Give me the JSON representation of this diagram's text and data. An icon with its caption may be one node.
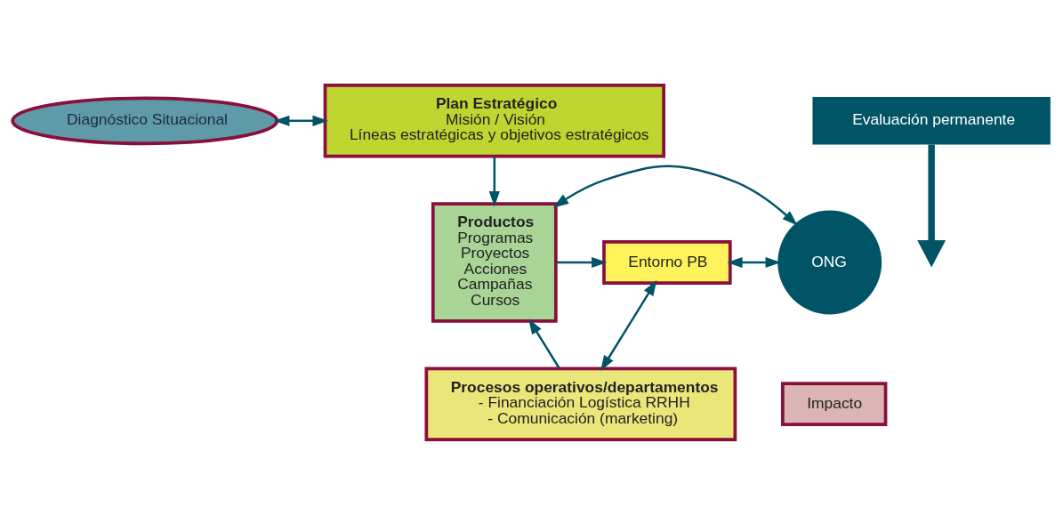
{
  "diagram": {
    "nodes": [
      {
        "text": [
          "Diagnóstico Situacional"
        ]
      },
      {
        "text": [
          "Plan Estratégico",
          "Misión / Visión",
          "Líneas estratégicas y objetivos estratégicos"
        ]
      },
      {
        "text": [
          "Entorno PB"
        ]
      },
      {
        "text": [
          "ONG"
        ]
      },
      {
        "text": [
          "Productos",
          "Programas",
          "Proyectos",
          "Acciones",
          "Campañas",
          "Cursos"
        ]
      },
      {
        "text": [
          "Procesos operativos/departamentos",
          "- Financiación Logística RRHH",
          "- Comunicación (marketing)"
        ]
      },
      {
        "text": [
          "Impacto"
        ]
      },
      {
        "text": [
          "Evaluación permanente"
        ]
      }
    ],
    "edges": [
      {
        "from": 0,
        "to": 1,
        "arrow": "both"
      },
      {
        "from": 1,
        "to": 4,
        "arrow": "to"
      },
      {
        "from": 2,
        "to": 3,
        "arrow": "both"
      },
      {
        "from": 3,
        "to": 4,
        "arrow": "both"
      },
      {
        "from": 2,
        "to": 5,
        "arrow": "both"
      },
      {
        "from": 5,
        "to": 4,
        "arrow": "to"
      },
      {
        "from": 4,
        "to": 2,
        "arrow": "to"
      },
      {
        "from": 7,
        "to": null,
        "arrow": "to",
        "style": "thick"
      }
    ]
  }
}
